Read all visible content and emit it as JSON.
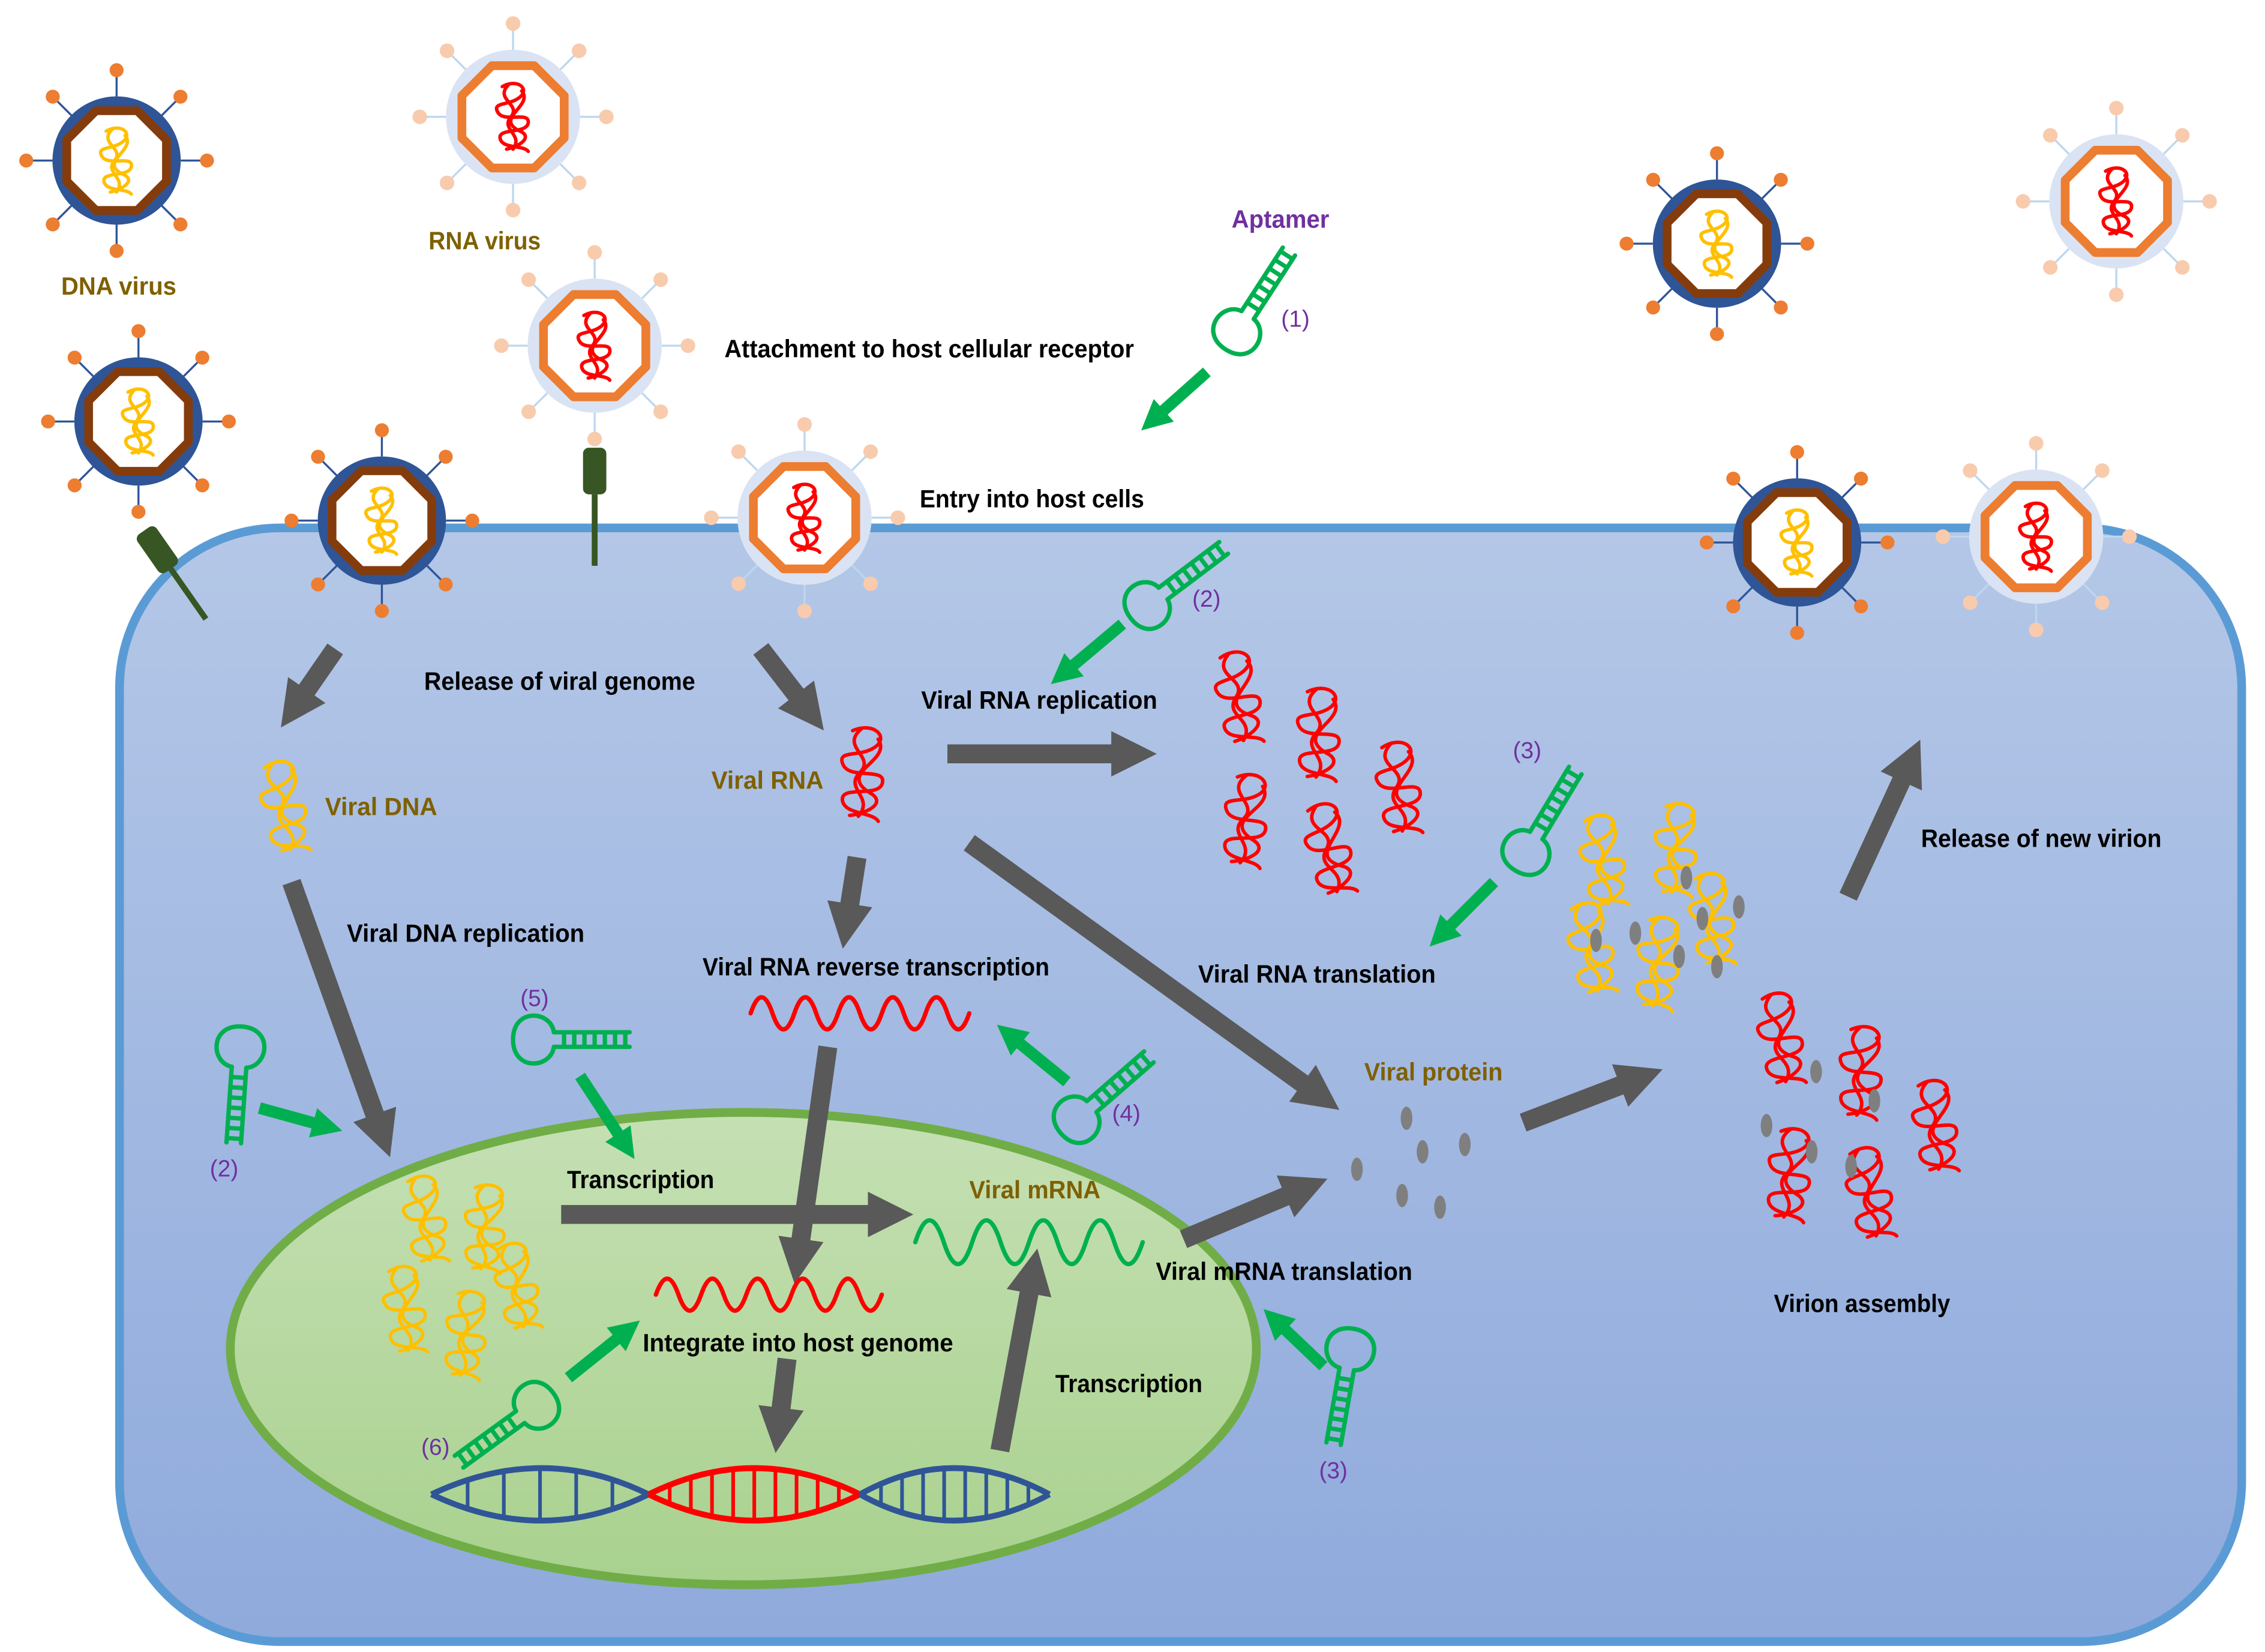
{
  "labels": {
    "dna_virus": "DNA virus",
    "rna_virus": "RNA virus",
    "aptamer": "Aptamer",
    "attachment": "Attachment to host cellular receptor",
    "entry": "Entry into host cells",
    "release_genome": "Release of viral genome",
    "viral_dna": "Viral DNA",
    "viral_rna": "Viral RNA",
    "viral_rna_replication": "Viral RNA replication",
    "release_new_virion": "Release of new virion",
    "viral_dna_replication": "Viral DNA replication",
    "viral_rna_reverse_transcription": "Viral RNA reverse transcription",
    "viral_rna_translation": "Viral RNA translation",
    "viral_protein": "Viral protein",
    "transcription_dna": "Transcription",
    "viral_mrna": "Viral mRNA",
    "viral_mrna_translation": "Viral mRNA translation",
    "integrate_genome": "Integrate into host genome",
    "transcription_integrated": "Transcription",
    "virion_assembly": "Virion assembly"
  },
  "aptamer_numbers": {
    "attachment": "(1)",
    "rna_replication": "(2)",
    "dna_replication": "(2)",
    "rna_translation": "(3)",
    "mrna_translation": "(3)",
    "reverse_transcription": "(4)",
    "transcription": "(5)",
    "integration": "(6)"
  },
  "colors": {
    "cell_fill_top": "#b4c7e7",
    "cell_fill_bottom": "#8faadc",
    "cell_border": "#5b9bd5",
    "nucleus_fill_top": "#c5e0b4",
    "nucleus_fill_bottom": "#a9d18e",
    "nucleus_border": "#70ad47",
    "dna_genome": "#ffc000",
    "rna_genome": "#ff0000",
    "dna_virus_envelope": "#2f5597",
    "dna_virus_capsid": "#843c0c",
    "dna_virus_spike": "#ed7d31",
    "rna_virus_envelope": "#dae3f3",
    "rna_virus_capsid": "#ed7d31",
    "rna_virus_spike": "#f8cbad",
    "receptor": "#375623",
    "aptamer": "#00b050",
    "process_arrow": "#595959",
    "viral_protein": "#7f7f7f",
    "host_dna": "#2f5597",
    "integrated_dna": "#ff0000",
    "label_text": "#000000",
    "label_olive": "#7f6000",
    "label_purple": "#7030a0"
  }
}
